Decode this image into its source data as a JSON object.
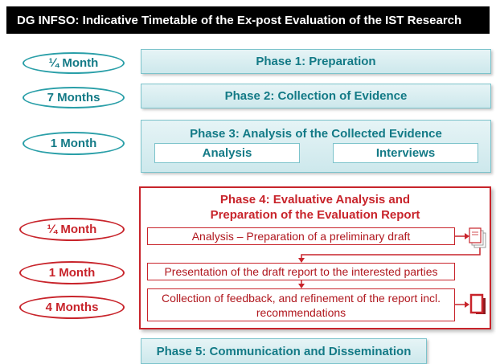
{
  "title": "DG INFSO: Indicative Timetable of the Ex-post Evaluation of the IST Research",
  "durations": {
    "phase1": "¼ Month",
    "phase2": "7 Months",
    "phase3": "1 Month",
    "phase4_step1": "¼ Month",
    "phase4_step2": "1 Month",
    "phase4_step3": "4 Months"
  },
  "phases": {
    "phase1": "Phase 1: Preparation",
    "phase2": "Phase 2: Collection of Evidence",
    "phase3": {
      "title": "Phase 3: Analysis of the Collected Evidence",
      "sub": [
        "Analysis",
        "Interviews"
      ]
    },
    "phase4": {
      "title_line1": "Phase 4: Evaluative Analysis and",
      "title_line2": "Preparation of the Evaluation Report",
      "steps": [
        "Analysis – Preparation of a preliminary draft",
        "Presentation of the draft report to the interested parties",
        "Collection of feedback, and refinement of the report incl. recommendations"
      ]
    },
    "phase5": "Phase 5: Communication and Dissemination"
  },
  "colors": {
    "teal": "#2a9fa8",
    "red": "#c8242b",
    "title_bg": "#000000"
  },
  "icons": [
    "stacked-pages-icon",
    "document-icon"
  ]
}
